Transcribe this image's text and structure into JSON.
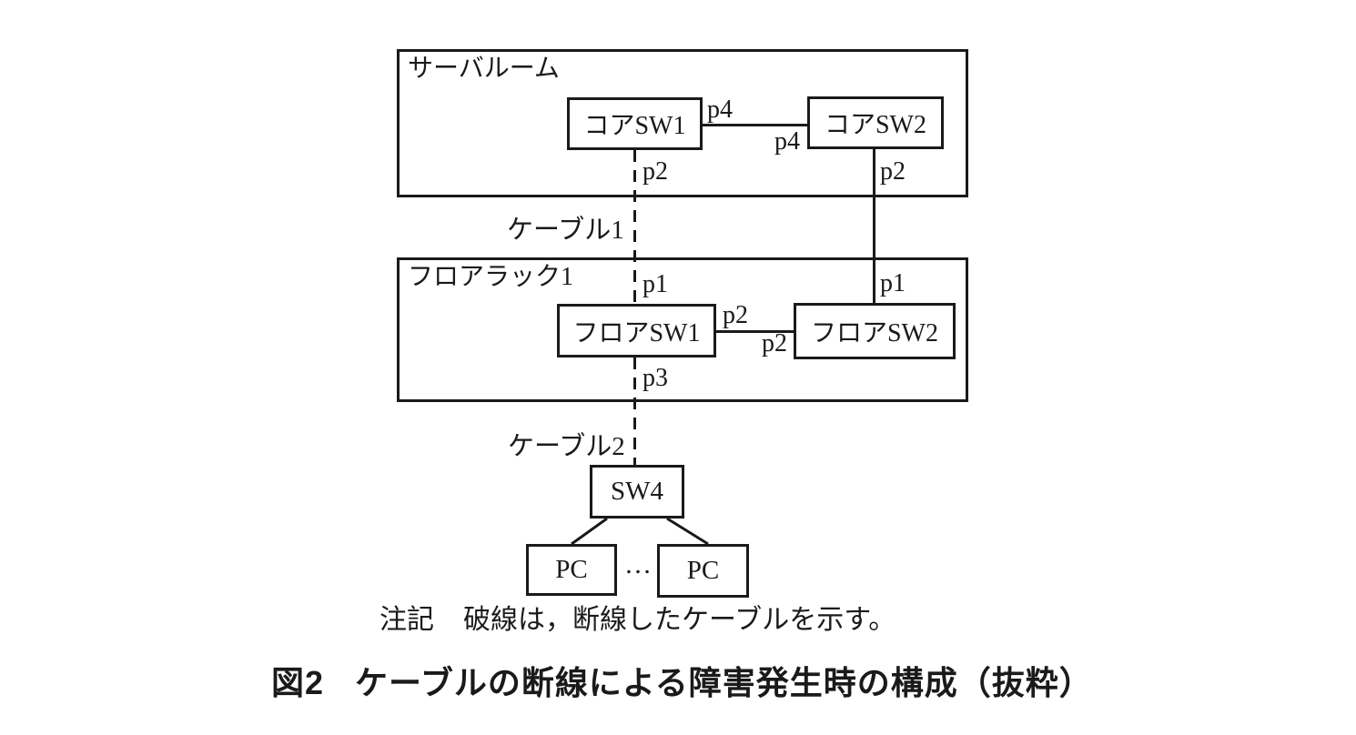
{
  "containers": {
    "server_room": "サーバルーム",
    "floor_rack1": "フロアラック1"
  },
  "nodes": {
    "core_sw1": "コアSW1",
    "core_sw2": "コアSW2",
    "floor_sw1": "フロアSW1",
    "floor_sw2": "フロアSW2",
    "sw4": "SW4",
    "pc1": "PC",
    "pc2": "PC",
    "pc_ellipsis": "…"
  },
  "ports": {
    "core_sw1_p4": "p4",
    "core_sw2_p4": "p4",
    "core_sw1_p2": "p2",
    "core_sw2_p2": "p2",
    "floor_sw1_p1": "p1",
    "floor_sw2_p1": "p1",
    "floor_sw1_p2": "p2",
    "floor_sw2_p2": "p2",
    "floor_sw1_p3": "p3"
  },
  "cables": {
    "cable1": "ケーブル1",
    "cable2": "ケーブル2"
  },
  "links": [
    {
      "from": "コアSW1:p4",
      "to": "コアSW2:p4",
      "style": "solid"
    },
    {
      "from": "コアSW1:p2",
      "to": "フロアSW1:p1",
      "style": "dashed",
      "cable": "ケーブル1"
    },
    {
      "from": "コアSW2:p2",
      "to": "フロアSW2:p1",
      "style": "solid"
    },
    {
      "from": "フロアSW1:p2",
      "to": "フロアSW2:p2",
      "style": "solid"
    },
    {
      "from": "フロアSW1:p3",
      "to": "SW4",
      "style": "dashed",
      "cable": "ケーブル2"
    },
    {
      "from": "SW4",
      "to": "PC",
      "style": "solid"
    },
    {
      "from": "SW4",
      "to": "PC",
      "style": "solid"
    }
  ],
  "note": {
    "label": "注記",
    "text": "破線は，断線したケーブルを示す。"
  },
  "caption": {
    "number": "図2",
    "text": "ケーブルの断線による障害発生時の構成（抜粋）"
  },
  "colors": {
    "line": "#1a1a1a",
    "background": "#ffffff"
  }
}
